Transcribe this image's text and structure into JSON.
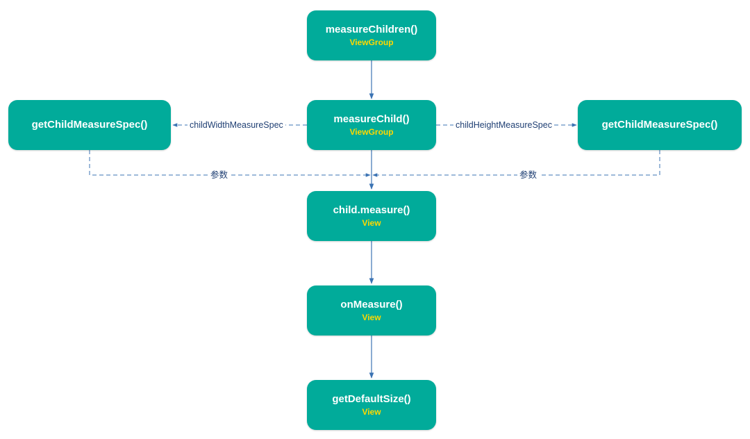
{
  "colors": {
    "node_fill": "#01ab9a",
    "node_text": "#ffffff",
    "subtitle_text": "#ffd800",
    "edge": "#3b73b3",
    "label_text": "#1f3f73"
  },
  "nodes": {
    "measure_children": {
      "title": "measureChildren()",
      "subtitle": "ViewGroup"
    },
    "measure_child": {
      "title": "measureChild()",
      "subtitle": "ViewGroup"
    },
    "get_child_spec_left": {
      "title": "getChildMeasureSpec()"
    },
    "get_child_spec_right": {
      "title": "getChildMeasureSpec()"
    },
    "child_measure": {
      "title": "child.measure()",
      "subtitle": "View"
    },
    "on_measure": {
      "title": "onMeasure()",
      "subtitle": "View"
    },
    "get_default_size": {
      "title": "getDefaultSize()",
      "subtitle": "View"
    }
  },
  "edges": {
    "child_width_spec": "childWidthMeasureSpec",
    "child_height_spec": "childHeightMeasureSpec",
    "param_left": "参数",
    "param_right": "参数"
  }
}
